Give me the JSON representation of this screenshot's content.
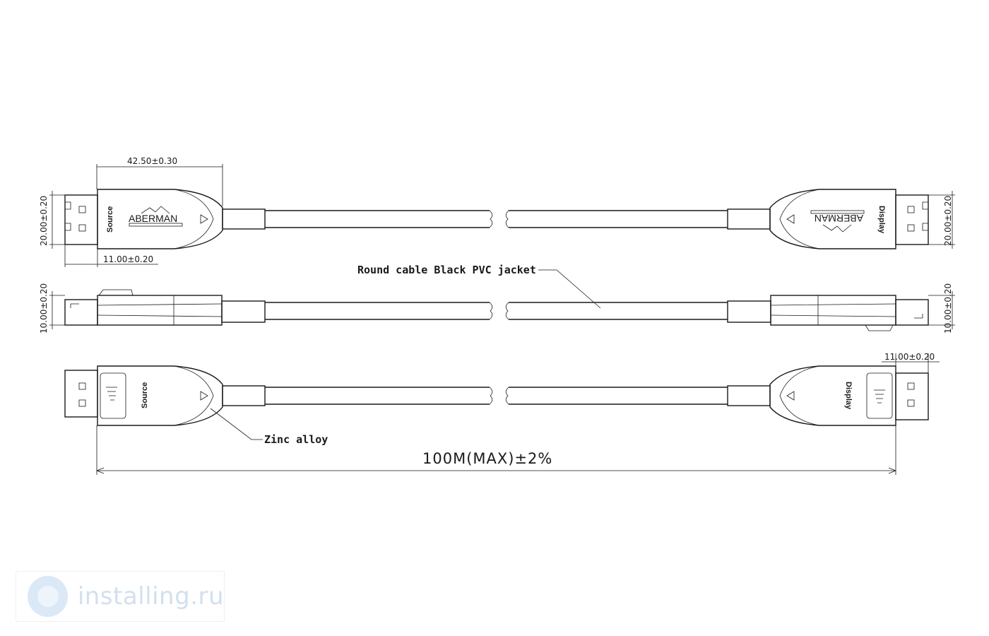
{
  "dimensions": {
    "top_plug_length": "42.50±0.30",
    "left_plug_height": "20.00±0.20",
    "right_plug_height": "20.00±0.20",
    "left_tip_length": "11.00±0.20",
    "left_side_thickness": "10.00±0.20",
    "right_side_thickness": "10.00±0.20",
    "right_tip_length": "11.00±0.20",
    "total_length": "100M(MAX)±2%"
  },
  "labels": {
    "source_top": "Source",
    "display_top": "Display",
    "source_bottom": "Source",
    "display_bottom": "Display",
    "brand_left": "ABERMAN",
    "brand_right": "ABERMAN"
  },
  "callouts": {
    "cable": "Round cable Black PVC jacket",
    "housing": "Zinc alloy"
  },
  "watermark": {
    "text": "installing.ru",
    "logo_icon": "installing-logo-icon"
  }
}
